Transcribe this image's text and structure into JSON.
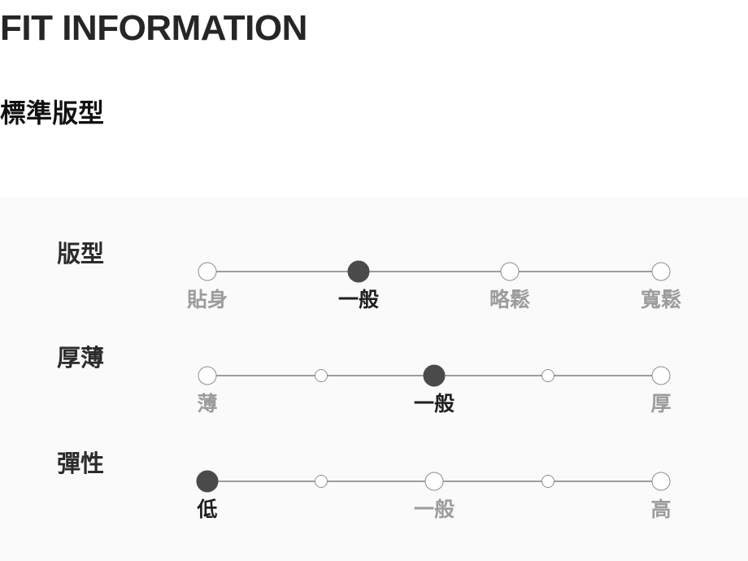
{
  "header": {
    "title": "FIT INFORMATION",
    "subtitle": "標準版型"
  },
  "colors": {
    "page_background": "#ffffff",
    "panel_background": "#fafafa",
    "title_text": "#262626",
    "subtitle_text": "#111111",
    "row_label_text": "#2b2b2b",
    "track_line": "#9d9d9d",
    "dot_empty_fill": "#ffffff",
    "dot_empty_border": "#8e8e8e",
    "dot_filled": "#4a4a4a",
    "label_inactive": "#9c9c9c",
    "label_active": "#1f1f1f"
  },
  "fit_rows": [
    {
      "label": "版型",
      "name": "fit-row-silhouette",
      "selected_index": 1,
      "points": [
        {
          "label": "貼身",
          "size": "lg"
        },
        {
          "label": "一般",
          "size": "lg"
        },
        {
          "label": "略鬆",
          "size": "lg"
        },
        {
          "label": "寬鬆",
          "size": "lg"
        }
      ]
    },
    {
      "label": "厚薄",
      "name": "fit-row-thickness",
      "selected_index": 2,
      "points": [
        {
          "label": "薄",
          "size": "lg"
        },
        {
          "label": "",
          "size": "sm"
        },
        {
          "label": "一般",
          "size": "lg"
        },
        {
          "label": "",
          "size": "sm"
        },
        {
          "label": "厚",
          "size": "lg"
        }
      ]
    },
    {
      "label": "彈性",
      "name": "fit-row-elasticity",
      "selected_index": 0,
      "points": [
        {
          "label": "低",
          "size": "lg"
        },
        {
          "label": "",
          "size": "sm"
        },
        {
          "label": "一般",
          "size": "lg"
        },
        {
          "label": "",
          "size": "sm"
        },
        {
          "label": "高",
          "size": "lg"
        }
      ]
    }
  ]
}
